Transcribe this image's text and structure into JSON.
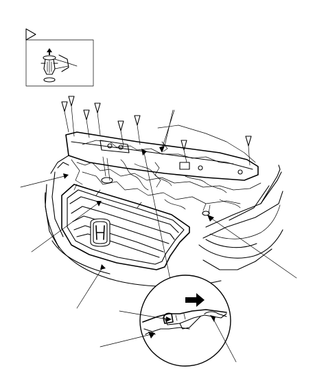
{
  "figure": {
    "description_visible_text": [],
    "callout_leader_count": 6,
    "clip_marker_count": 8,
    "icons": [
      "clip-removal-inset",
      "front-grille-assembly",
      "grille-emblem",
      "detail-magnifier",
      "direction-arrow"
    ]
  }
}
